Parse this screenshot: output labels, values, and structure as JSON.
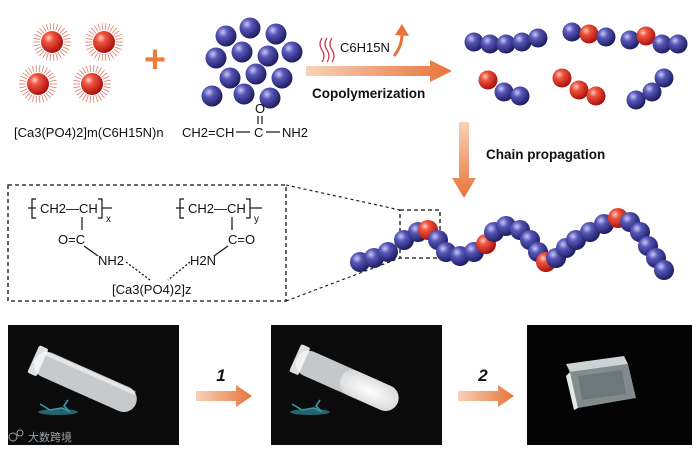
{
  "reactants": {
    "formula_left": "[Ca3(PO4)2]m(C6H15N)n",
    "plus_sign": "+",
    "acrylamide_left": "CH2=CH",
    "acrylamide_c": "C",
    "acrylamide_o": "O",
    "acrylamide_nh2": "NH2"
  },
  "reaction": {
    "catalyst": "C6H15N",
    "step_label": "Copolymerization",
    "propagation_label": "Chain propagation"
  },
  "structure": {
    "left_backbone": "CH2—CH",
    "left_sub": "x",
    "right_backbone": "CH2—CH",
    "right_sub": "y",
    "left_co": "O=C",
    "left_nh": "NH2",
    "right_nh": "H2N",
    "right_co": "C=O",
    "center_salt": "[Ca3(PO4)2]z"
  },
  "steps": {
    "step1": "1",
    "step2": "2"
  },
  "watermark": "大数跨境",
  "colors": {
    "orange": "#ea7e3f",
    "blue_ball": "#3f3f9e",
    "red_ball": "#e4322a"
  }
}
